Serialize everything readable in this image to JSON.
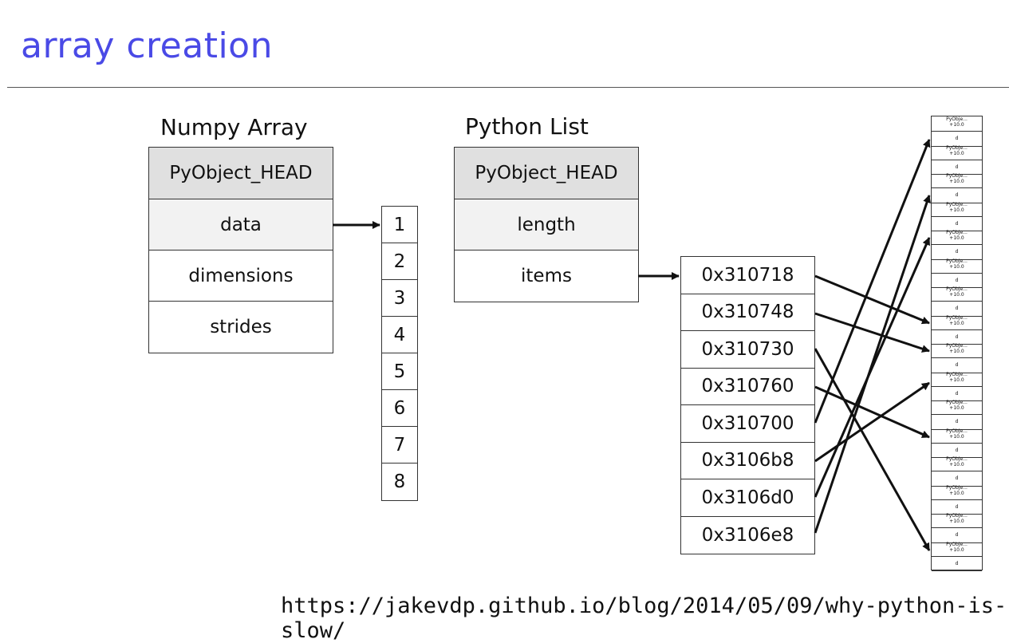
{
  "title": "array creation",
  "numpy": {
    "heading": "Numpy Array",
    "rows": [
      "PyObject_HEAD",
      "data",
      "dimensions",
      "strides"
    ]
  },
  "buffer": {
    "values": [
      "1",
      "2",
      "3",
      "4",
      "5",
      "6",
      "7",
      "8"
    ]
  },
  "pylist": {
    "heading": "Python List",
    "rows": [
      "PyObject_HEAD",
      "length",
      "items"
    ]
  },
  "pointers": [
    "0x310718",
    "0x310748",
    "0x310730",
    "0x310760",
    "0x310700",
    "0x3106b8",
    "0x3106d0",
    "0x3106e8"
  ],
  "memory": {
    "head_label_1": "PyObje...",
    "head_label_2": "+10.0",
    "data_label": "d"
  },
  "url": "https://jakevdp.github.io/blog/2014/05/09/why-python-is-slow/",
  "colors": {
    "title": "#4a4ae6",
    "header_fill": "#e0e0e0",
    "data_fill": "#f2f2f2"
  }
}
